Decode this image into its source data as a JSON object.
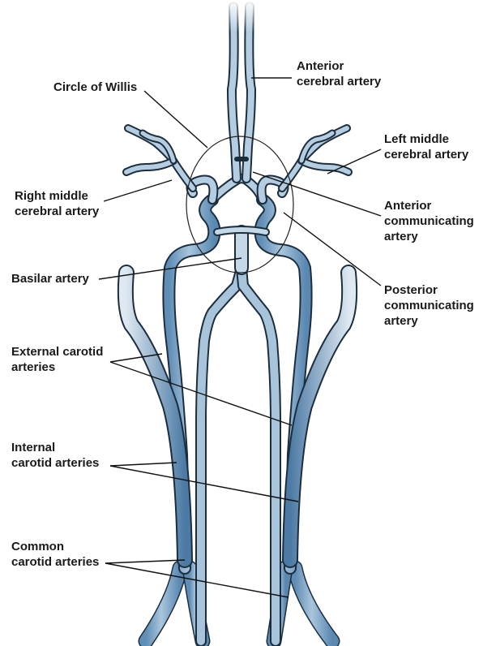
{
  "colors": {
    "vessel_light": "#c4d8e8",
    "vessel_mid": "#8fb2cf",
    "vessel_dark": "#4e7ca6",
    "outline": "#1c2e3e",
    "leader": "#111111"
  },
  "labels": {
    "anterior_cerebral": {
      "line1": "Anterior",
      "line2": "cerebral artery"
    },
    "circle_of_willis": {
      "line1": "Circle of Willis"
    },
    "left_middle_cerebral": {
      "line1": "Left middle",
      "line2": "cerebral artery"
    },
    "right_middle_cerebral": {
      "line1": "Right middle",
      "line2": "cerebral artery"
    },
    "anterior_communicating": {
      "line1": "Anterior",
      "line2": "communicating",
      "line3": "artery"
    },
    "basilar": {
      "line1": "Basilar artery"
    },
    "posterior_communicating": {
      "line1": "Posterior",
      "line2": "communicating",
      "line3": "artery"
    },
    "external_carotid": {
      "line1": "External carotid",
      "line2": "arteries"
    },
    "internal_carotid": {
      "line1": "Internal",
      "line2": "carotid arteries"
    },
    "common_carotid": {
      "line1": "Common",
      "line2": "carotid arteries"
    }
  }
}
